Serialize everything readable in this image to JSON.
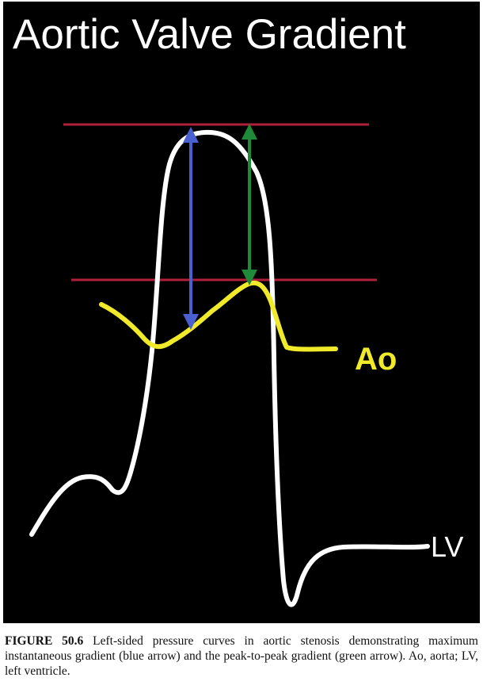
{
  "figure": {
    "title": "Aortic Valve Gradient",
    "labels": {
      "aorta": "Ao",
      "left_ventricle": "LV"
    },
    "colors": {
      "background": "#000000",
      "lv_curve": "#ffffff",
      "aortic_curve": "#f0ea2a",
      "reference_lines": "#b0203a",
      "max_instantaneous_arrow": "#4a5fd0",
      "peak_to_peak_arrow": "#1f8a3a"
    }
  },
  "caption": {
    "label": "FIGURE 50.6",
    "text": " Left-sided pressure curves in aortic stenosis demonstrating maximum instantaneous gradient (blue arrow) and the peak-to-peak gradient (green arrow). Ao, aorta; LV, left ventricle."
  }
}
